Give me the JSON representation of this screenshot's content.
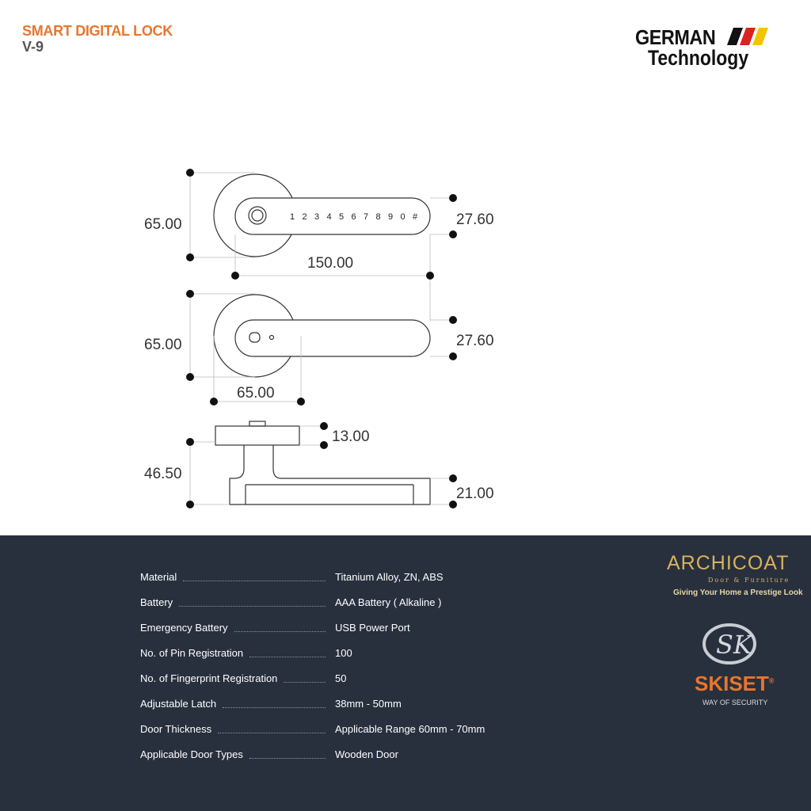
{
  "header": {
    "title": "SMART DIGITAL LOCK",
    "model": "V-9"
  },
  "brand": {
    "line1": "GERMAN",
    "line2": "Technology",
    "flag_colors": [
      "#111111",
      "#d9231f",
      "#f5c400"
    ]
  },
  "drawing": {
    "front_height": "65.00",
    "front_handle_height": "27.60",
    "length": "150.00",
    "back_height": "65.00",
    "back_handle_height": "27.60",
    "rose_width": "65.00",
    "rose_thickness": "13.00",
    "projection": "46.50",
    "lever_thickness": "21.00",
    "keypad": [
      "1",
      "2",
      "3",
      "4",
      "5",
      "6",
      "7",
      "8",
      "9",
      "0",
      "#"
    ]
  },
  "specs": [
    {
      "label": "Material",
      "value": "Titanium Alloy, ZN, ABS"
    },
    {
      "label": "Battery",
      "value": "AAA Battery ( Alkaline )"
    },
    {
      "label": "Emergency Battery",
      "value": "USB Power Port"
    },
    {
      "label": "No. of Pin Registration",
      "value": "100"
    },
    {
      "label": "No. of Fingerprint Registration",
      "value": "50"
    },
    {
      "label": "Adjustable Latch",
      "value": "38mm - 50mm"
    },
    {
      "label": "Door Thickness",
      "value": "Applicable Range 60mm - 70mm"
    },
    {
      "label": "Applicable Door Types",
      "value": "Wooden Door"
    }
  ],
  "logos": {
    "archicoat": "ARCHICOAT",
    "archicoat_sub": "Door & Furniture",
    "archicoat_tagline": "Giving Your Home a Prestige Look",
    "skiset": "SKISET",
    "skiset_reg": "®",
    "skiset_tagline": "WAY OF SECURITY"
  }
}
